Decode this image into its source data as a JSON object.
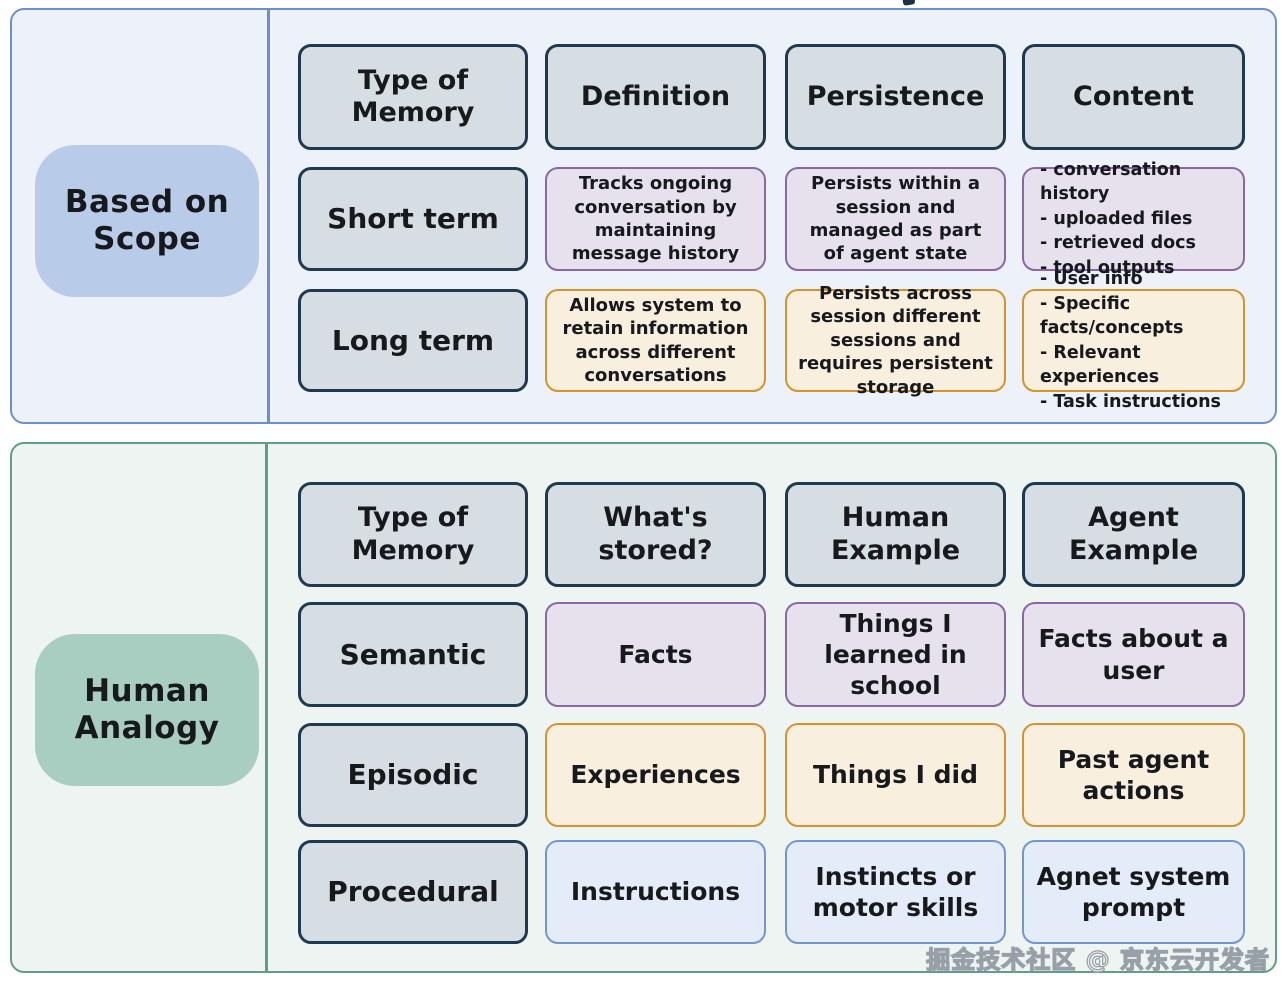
{
  "watermark": "掘金技术社区 @ 京东云开发者",
  "colors": {
    "scope_panel_bg": "#edf1f9",
    "scope_panel_border": "#6e90ca",
    "scope_label_bg": "#b8cbe9",
    "analogy_panel_bg": "#edf4f1",
    "analogy_panel_border": "#5f9e88",
    "analogy_label_bg": "#a8cec2",
    "header_cell_bg": "#d6dee3",
    "header_cell_border": "#1e3a50",
    "purple_cell_bg": "#e7e1ee",
    "purple_cell_border": "#8a68a5",
    "orange_cell_bg": "#f8efde",
    "orange_cell_border": "#d2952e",
    "blue_cell_bg": "#e3ecf8",
    "blue_cell_border": "#7297cf"
  },
  "scope_panel": {
    "label": "Based on Scope",
    "headers": [
      "Type of Memory",
      "Definition",
      "Persistence",
      "Content"
    ],
    "rows": [
      {
        "label": "Short term",
        "definition": "Tracks ongoing conversation by maintaining message history",
        "persistence": "Persists within a session and managed as part of agent state",
        "content": [
          "- conversation history",
          "- uploaded files",
          "- retrieved docs",
          "- tool outputs"
        ]
      },
      {
        "label": "Long term",
        "definition": "Allows system to retain information across different conversations",
        "persistence": "Persists across session different sessions and requires persistent storage",
        "content": [
          "- User info",
          "- Specific facts/concepts",
          "- Relevant experiences",
          "- Task instructions"
        ]
      }
    ]
  },
  "analogy_panel": {
    "label": "Human Analogy",
    "headers": [
      "Type of Memory",
      "What's stored?",
      "Human Example",
      "Agent Example"
    ],
    "rows": [
      {
        "label": "Semantic",
        "stored": "Facts",
        "human_example": "Things I learned in school",
        "agent_example": "Facts about a user"
      },
      {
        "label": "Episodic",
        "stored": "Experiences",
        "human_example": "Things I did",
        "agent_example": "Past agent actions"
      },
      {
        "label": "Procedural",
        "stored": "Instructions",
        "human_example": "Instincts or motor skills",
        "agent_example": "Agnet system prompt"
      }
    ]
  }
}
